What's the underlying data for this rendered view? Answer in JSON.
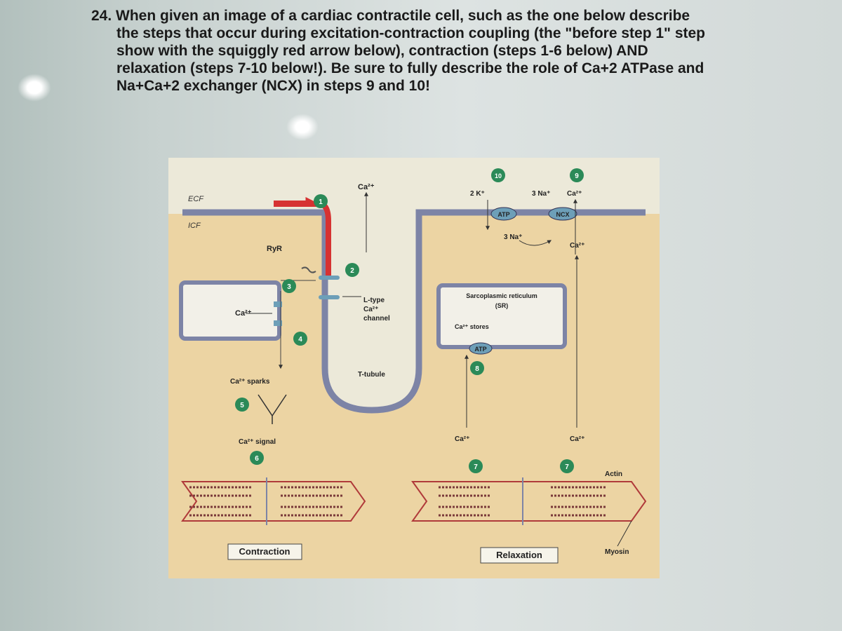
{
  "question": {
    "lines": [
      "24. When given an image of a cardiac contractile cell, such as the one below describe",
      "the steps that occur during excitation-contraction coupling (the \"before step 1\" step",
      "show with the squiggly red arrow below), contraction (steps 1-6 below) AND",
      "relaxation (steps 7-10 below!). Be sure to fully describe the role of Ca+2 ATPase and",
      "Na+Ca+2 exchanger (NCX) in steps 9 and 10!"
    ]
  },
  "diagram": {
    "regions": {
      "ecf": "ECF",
      "icf": "ICF",
      "sr": "SR"
    },
    "labels": {
      "ryr": "RyR",
      "ca_left": "Ca²⁺",
      "ca_sparks": "Ca²⁺ sparks",
      "ca_signal": "Ca²⁺ signal",
      "ca_top": "Ca²⁺",
      "ltype": "L-type",
      "ltype2": "Ca²⁺",
      "ltype3": "channel",
      "ttubule": "T-tubule",
      "two_k": "2 K⁺",
      "three_na_top": "3 Na⁺",
      "ca_ncx_top": "Ca²⁺",
      "atp_pump": "ATP",
      "ncx": "NCX",
      "three_na_in": "3 Na⁺",
      "ca_ncx_in": "Ca²⁺",
      "sr_title1": "Sarcoplasmic reticulum",
      "sr_title2": "(SR)",
      "ca_stores": "Ca²⁺ stores",
      "atp_sr": "ATP",
      "ca_step7_left": "Ca²⁺",
      "ca_step7_right": "Ca²⁺",
      "actin": "Actin",
      "myosin": "Myosin",
      "contraction": "Contraction",
      "relaxation": "Relaxation"
    },
    "steps": [
      "1",
      "2",
      "3",
      "4",
      "5",
      "6",
      "7",
      "7",
      "8",
      "9",
      "10"
    ],
    "colors": {
      "cell": "#ecd4a3",
      "membrane": "#7d84a6",
      "depolarization": "#d63232",
      "step_marker": "#2b8a58",
      "pump": "#6d9fb8",
      "actin": "#7a3a3a"
    }
  }
}
